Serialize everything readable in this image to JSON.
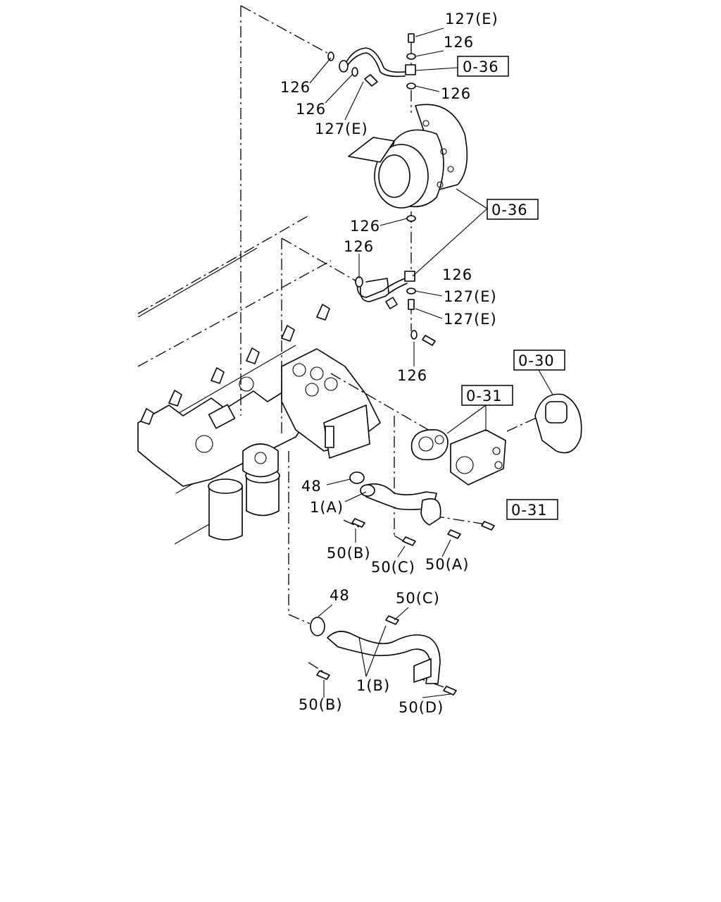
{
  "labels": {
    "l_127e_top": "127(E)",
    "l_126_a": "126",
    "l_036_top": "0-36",
    "l_126_b": "126",
    "l_126_left1": "126",
    "l_126_left2": "126",
    "l_127e_left": "127(E)",
    "l_036_mid": "0-36",
    "l_126_c": "126",
    "l_126_d": "126",
    "l_126_e": "126",
    "l_127e_b1": "127(E)",
    "l_127e_b2": "127(E)",
    "l_126_f": "126",
    "l_030": "0-30",
    "l_031_a": "0-31",
    "l_48_a": "48",
    "l_1a": "1(A)",
    "l_031_b": "0-31",
    "l_50b_a": "50(B)",
    "l_50c_a": "50(C)",
    "l_50a": "50(A)",
    "l_48_b": "48",
    "l_50c_b": "50(C)",
    "l_1b": "1(B)",
    "l_50b_b": "50(B)",
    "l_50d": "50(D)"
  }
}
